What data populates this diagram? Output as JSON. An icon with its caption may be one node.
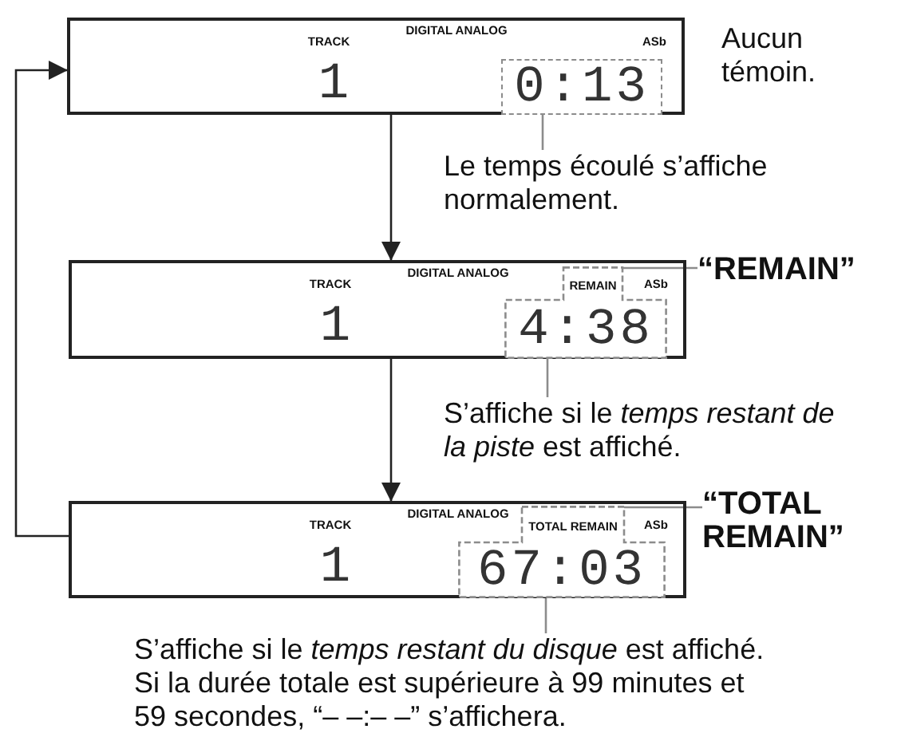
{
  "diagram": {
    "nodes": [
      {
        "text": [
          "DIGITAL ANALOG",
          "TRACK",
          "ASb",
          "1"
        ],
        "beside": [
          "Aucun témoin."
        ]
      },
      {
        "text": [
          "0:13"
        ],
        "in": 0
      },
      {
        "text": [
          "Le temps écoulé s’affiche normalement."
        ]
      },
      {
        "text": [
          "DIGITAL ANALOG",
          "TRACK",
          "ASb",
          "1"
        ]
      },
      {
        "text": [
          "REMAIN",
          "4:38"
        ],
        "in": 3
      },
      {
        "text": [
          "“REMAIN”"
        ]
      },
      {
        "text": [
          "S’affiche si le *temps restant de la piste* est affiché."
        ]
      },
      {
        "text": [
          "DIGITAL ANALOG",
          "TRACK",
          "ASb",
          "1"
        ]
      },
      {
        "text": [
          "TOTAL REMAIN",
          "67:03"
        ],
        "in": 7
      },
      {
        "text": [
          "“TOTAL REMAIN”"
        ]
      },
      {
        "text": [
          "S’affiche si le *temps restant du disque* est affiché.",
          "Si la durée totale est supérieure à 99 minutes et 59 secondes, “– –:– –” s’affichera."
        ]
      }
    ],
    "edges": [
      {
        "from": 0,
        "to": 3,
        "arrow": "to",
        "color": "#222222"
      },
      {
        "from": 3,
        "to": 7,
        "arrow": "to",
        "color": "#222222"
      },
      {
        "from": 7,
        "to": 0,
        "arrow": "to",
        "color": "#222222"
      },
      {
        "from": 2,
        "to": 1,
        "arrow": "none"
      },
      {
        "from": 5,
        "to": 4,
        "arrow": "none"
      },
      {
        "from": 6,
        "to": 4,
        "arrow": "none"
      },
      {
        "from": 9,
        "to": 8,
        "arrow": "none"
      },
      {
        "from": 10,
        "to": 8,
        "arrow": "none"
      }
    ]
  }
}
